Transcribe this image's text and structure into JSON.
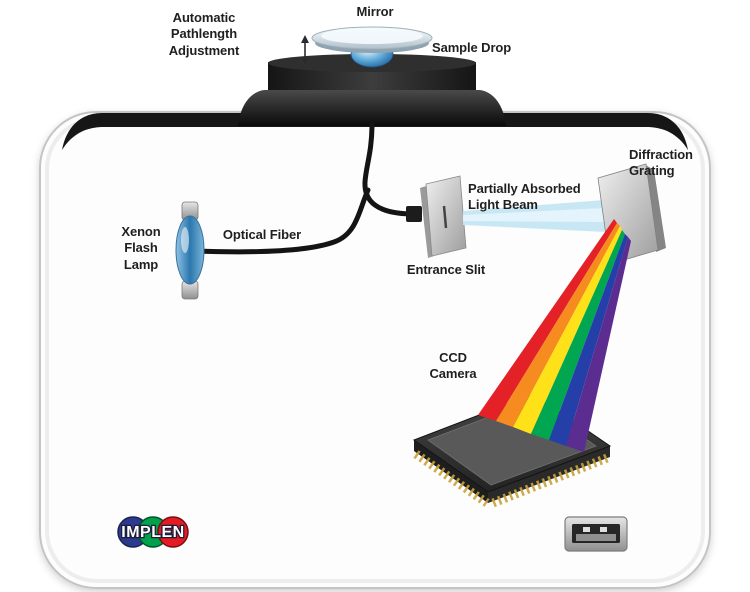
{
  "diagram": {
    "name": "Spectrophotometer optical path diagram",
    "labels": {
      "mirror": "Mirror",
      "pathlength": "Automatic\nPathlength\nAdjustment",
      "sample_drop": "Sample Drop",
      "xenon_lamp": "Xenon\nFlash\nLamp",
      "optical_fiber": "Optical Fiber",
      "entrance_slit": "Entrance Slit",
      "light_beam": "Partially Absorbed\nLight Beam",
      "diffraction_grating": "Diffraction\nGrating",
      "ccd_camera": "CCD\nCamera"
    },
    "brand": "IMPLEN",
    "colors": {
      "housing_band": "#161616",
      "body_outline": "#c4c4c4",
      "beam_blue": "#c5e6f4",
      "sample_drop_blue": "#2f7fb9",
      "lamp_blue": "#4a94c8",
      "chip_gray": "#333333",
      "pin_gold": "#c9a23a",
      "logo_blue": "#2b3a8f",
      "logo_green": "#00a14b",
      "logo_red": "#e31b23",
      "rainbow": [
        "#e32126",
        "#f68b1f",
        "#ffe11a",
        "#00a650",
        "#2440a8",
        "#5c2d91"
      ]
    }
  }
}
